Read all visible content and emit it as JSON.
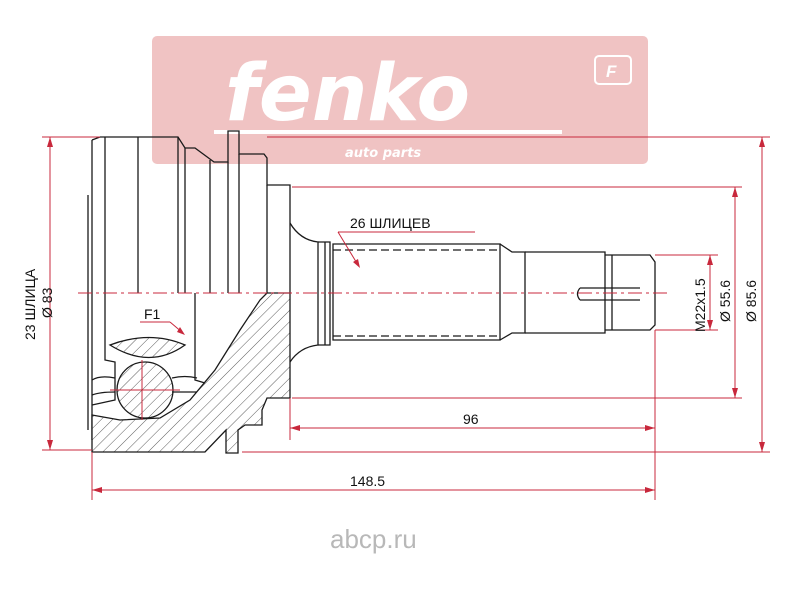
{
  "logo": {
    "brand": "fenko",
    "tagline": "auto parts",
    "badge": "F",
    "color": "#eebcbc"
  },
  "dimensions": {
    "left_splines": "23 ШЛИЦА",
    "left_diameter": "Ø 83",
    "shaft_splines": "26 ШЛИЦЕВ",
    "fillet": "F1",
    "thread": "M22x1.5",
    "diameter_mid": "Ø 55.6",
    "diameter_outer": "Ø 85.6",
    "length_shaft": "96",
    "length_total": "148.5"
  },
  "watermark": "abcp.ru",
  "colors": {
    "dimension": "#c8283c",
    "outline": "#1a1a1a"
  }
}
